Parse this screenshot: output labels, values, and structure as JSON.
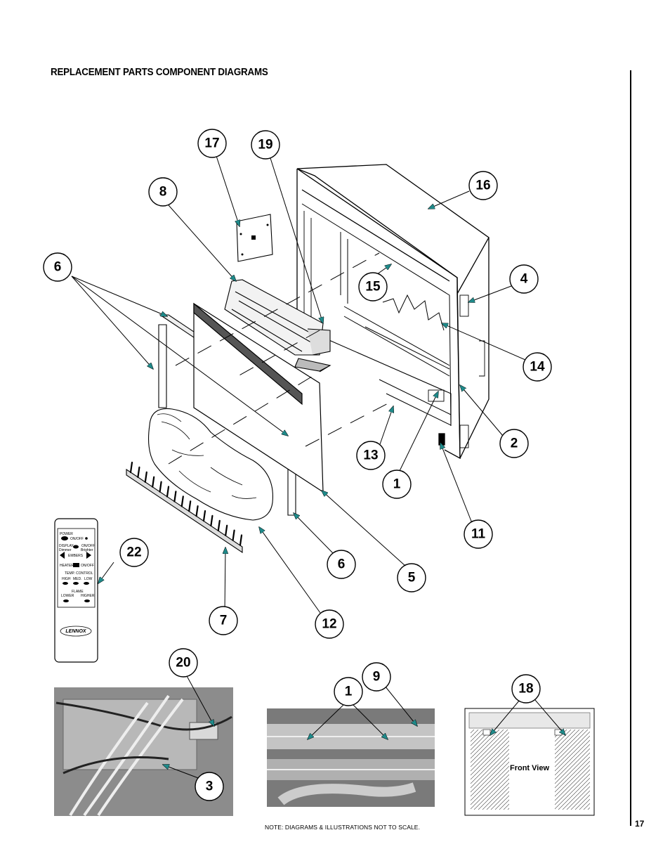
{
  "page": {
    "title": "REPLACEMENT PARTS COMPONENT DIAGRAMS",
    "page_number": "17",
    "note": "NOTE: DIAGRAMS & ILLUSTRATIONS NOT TO SCALE."
  },
  "callouts": {
    "c17": "17",
    "c19": "19",
    "c8": "8",
    "c16": "16",
    "c6a": "6",
    "c15": "15",
    "c4": "4",
    "c14": "14",
    "c2": "2",
    "c13": "13",
    "c1a": "1",
    "c11": "11",
    "c22": "22",
    "c6b": "6",
    "c5": "5",
    "c7": "7",
    "c12": "12",
    "c20": "20",
    "c9": "9",
    "c1b": "1",
    "c18": "18",
    "c3": "3"
  },
  "remote": {
    "power": "POWER",
    "on_off": "ON/OFF",
    "display": "DISPLAY",
    "dimmer": "Dimmer",
    "on_off_2": "ON/OFF",
    "brighter": "Brighter",
    "embers": "EMBERS",
    "heater": "HEATER",
    "on_off_3": "ON/OFF",
    "temp_control": "TEMP. CONTROL",
    "high": "HIGH",
    "med": "MED.",
    "low": "LOW",
    "flame": "FLAME",
    "lower": "LOWER",
    "higher": "HIGHER",
    "brand": "LENNOX"
  },
  "photos": {
    "front_view_label": "Front View"
  },
  "colors": {
    "arrow": "#1f8a8a",
    "photo_bg": "#8a8a8a"
  }
}
